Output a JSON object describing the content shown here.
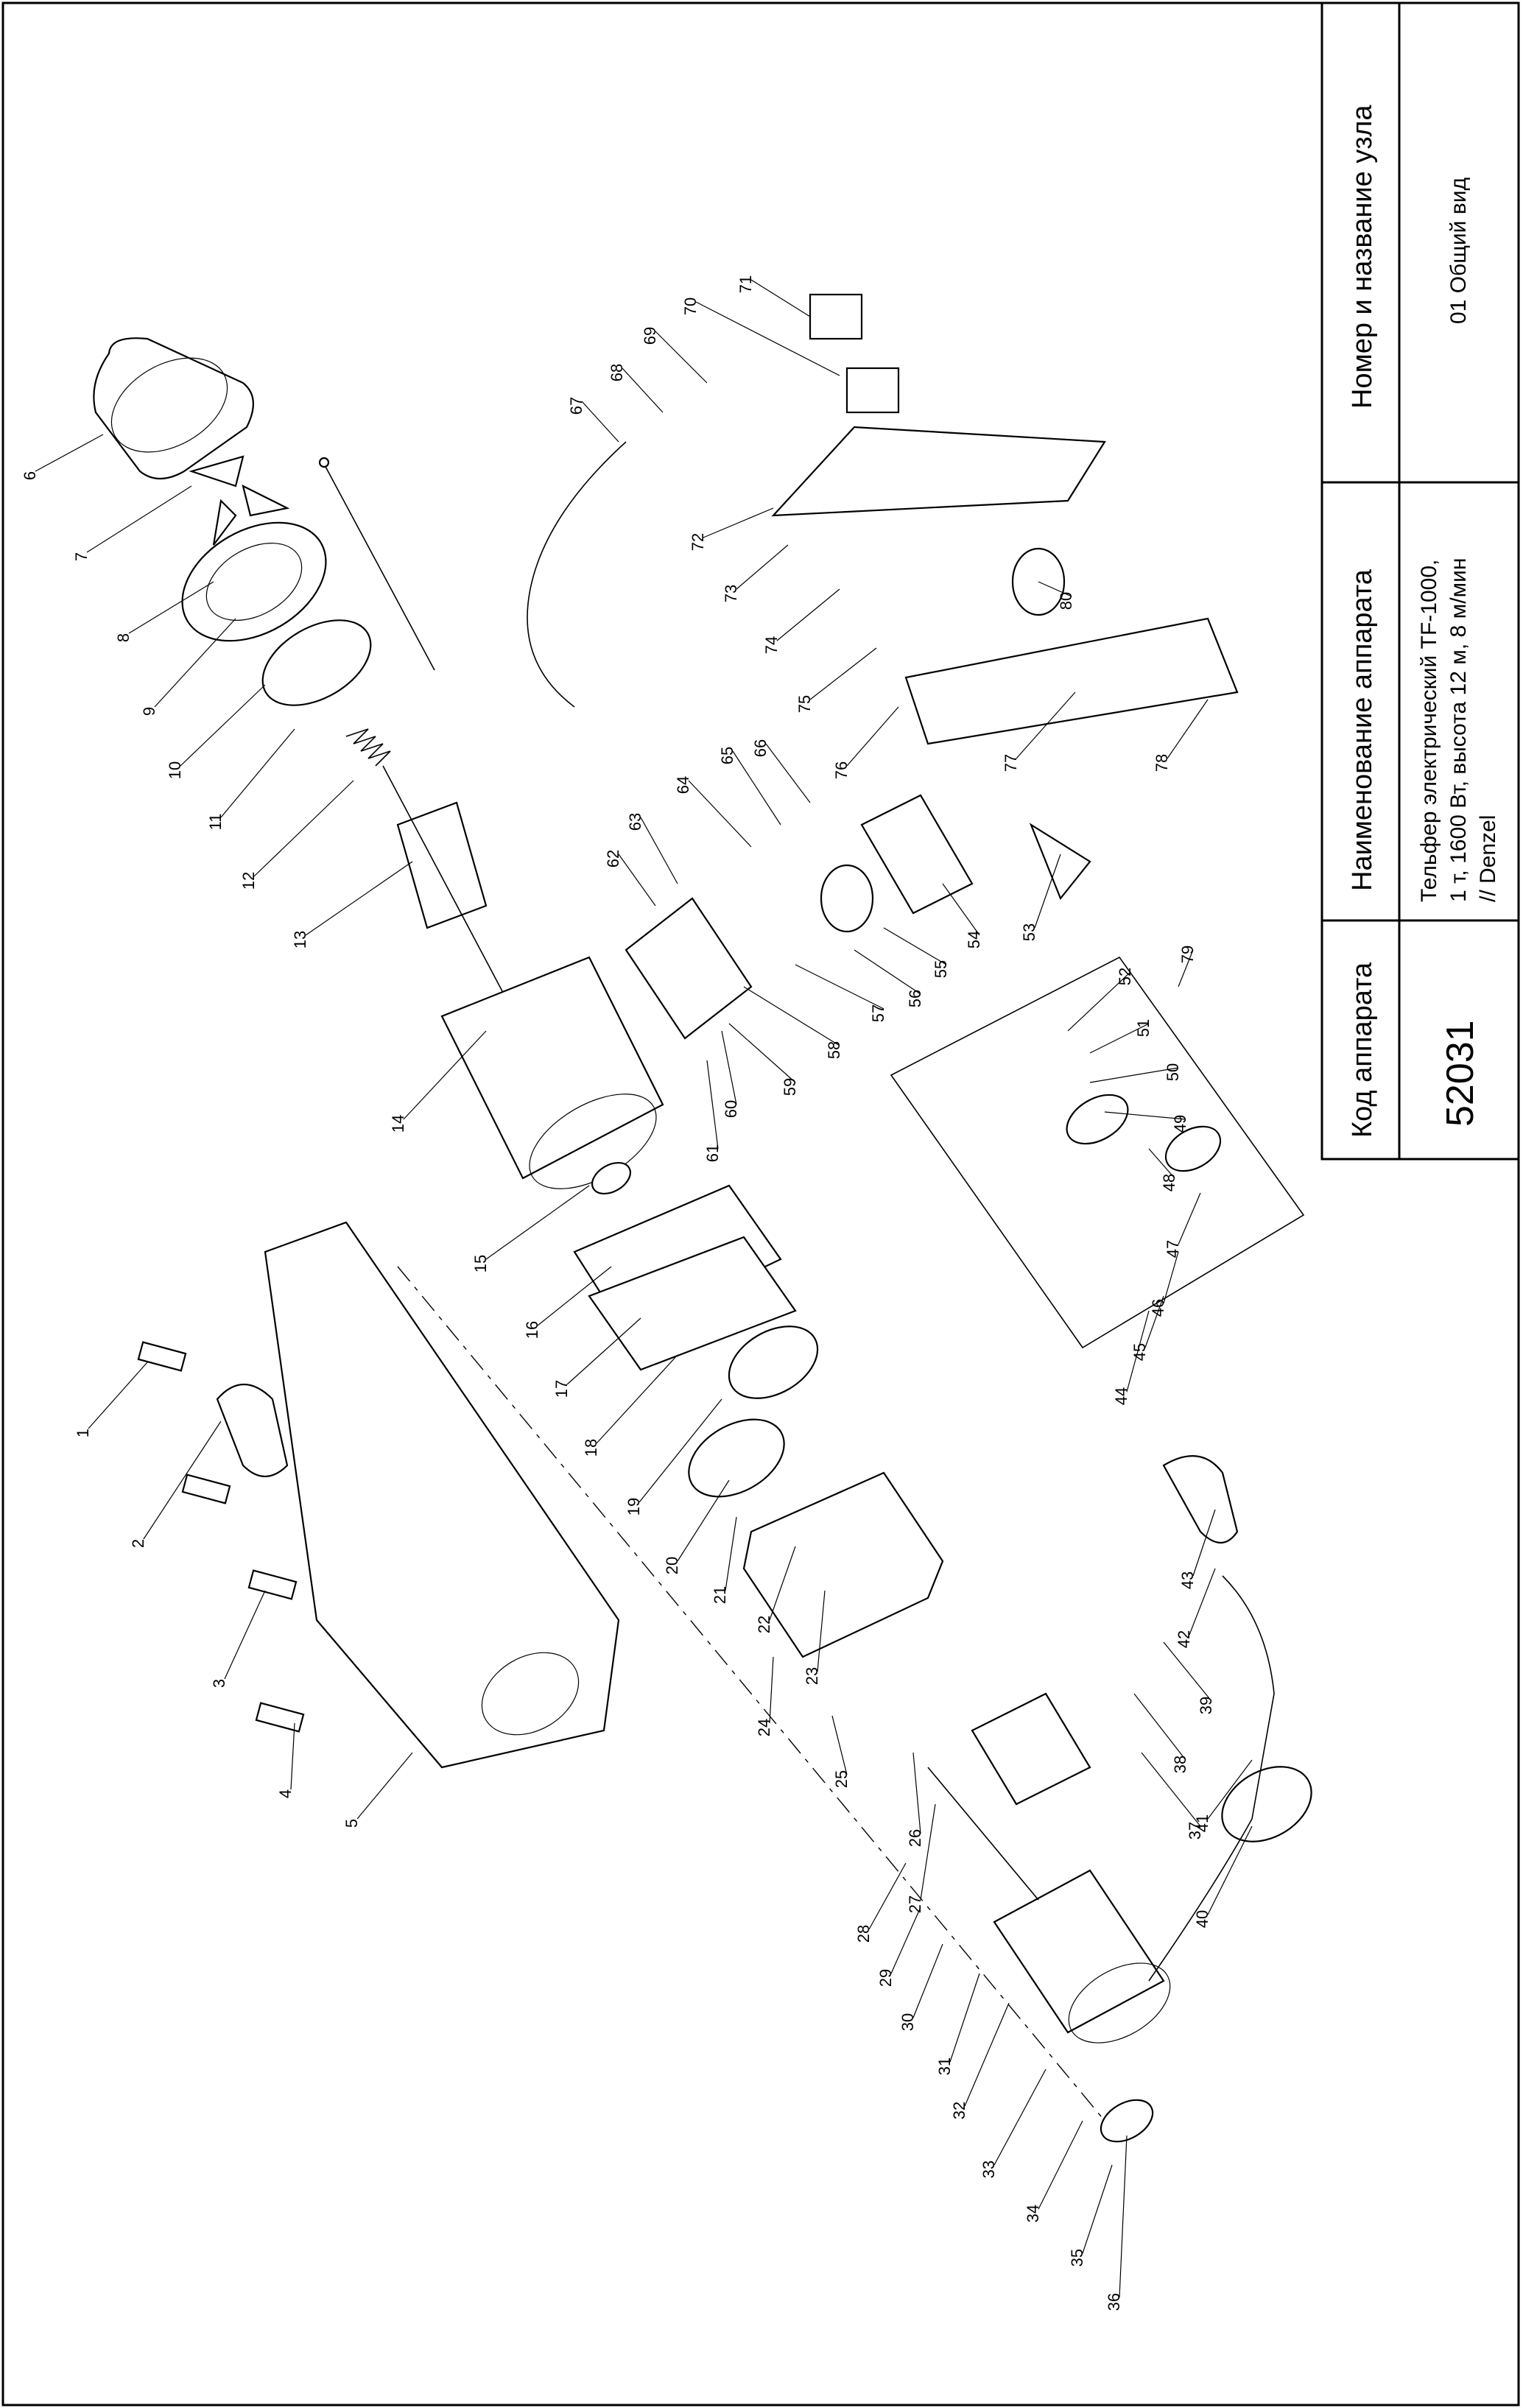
{
  "title_block": {
    "code_header": "Код аппарата",
    "code_value": "52031",
    "name_header": "Наименование аппарата",
    "name_value_lines": [
      "Тельфер электрический TF-1000,",
      "1 т, 1600 Вт, высота 12 м, 8 м/мин",
      "// Denzel"
    ],
    "node_header": "Номер и название узла",
    "node_value": "01 Общий вид"
  },
  "part_numbers": [
    "1",
    "2",
    "3",
    "4",
    "5",
    "6",
    "7",
    "8",
    "9",
    "10",
    "11",
    "12",
    "13",
    "14",
    "15",
    "16",
    "17",
    "18",
    "19",
    "20",
    "21",
    "22",
    "23",
    "24",
    "25",
    "26",
    "27",
    "28",
    "29",
    "30",
    "31",
    "32",
    "33",
    "34",
    "35",
    "36",
    "37",
    "38",
    "39",
    "40",
    "41",
    "42",
    "43",
    "44",
    "45",
    "46",
    "47",
    "48",
    "49",
    "50",
    "51",
    "52",
    "53",
    "54",
    "55",
    "56",
    "57",
    "58",
    "59",
    "60",
    "61",
    "62",
    "63",
    "64",
    "65",
    "66",
    "67",
    "68",
    "69",
    "70",
    "71",
    "72",
    "73",
    "74",
    "75",
    "76",
    "77",
    "78",
    "79",
    "80"
  ]
}
